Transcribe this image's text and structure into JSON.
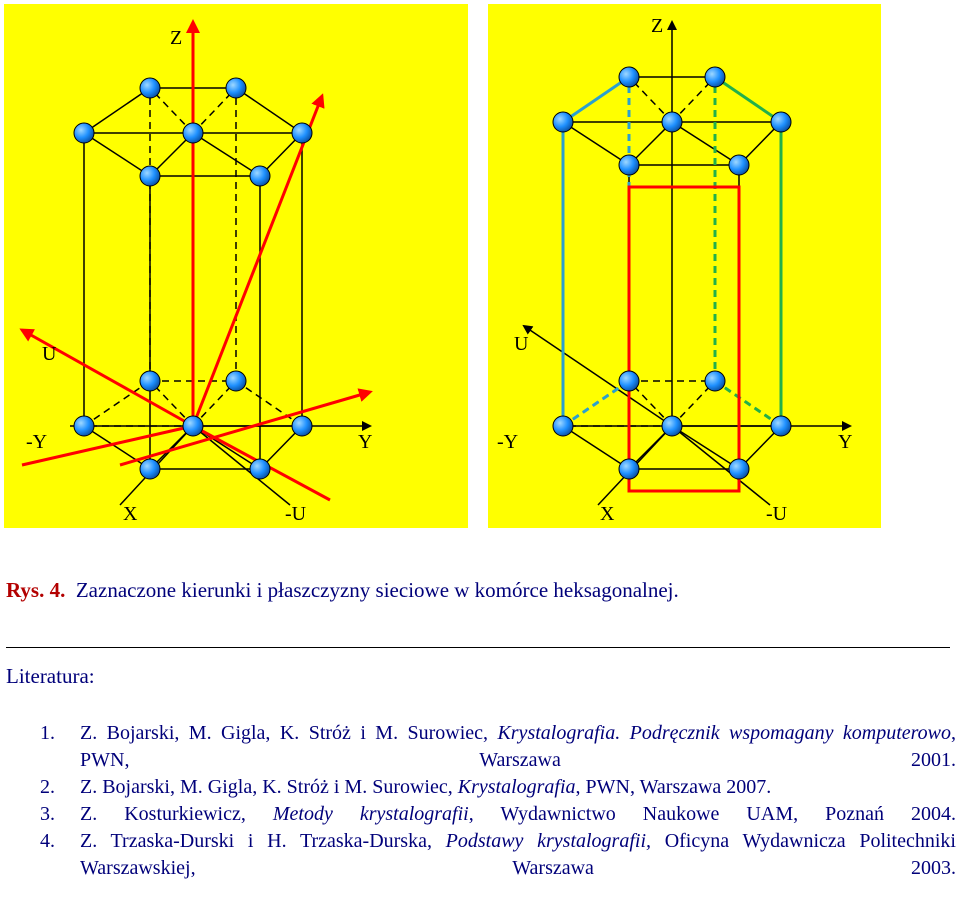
{
  "figure": {
    "left": {
      "axes": {
        "z": "Z",
        "u": "U",
        "neg_y": "-Y",
        "y": "Y",
        "x": "X",
        "neg_u": "-U"
      }
    },
    "right": {
      "axes": {
        "z": "Z",
        "u": "U",
        "neg_y": "-Y",
        "y": "Y",
        "x": "X",
        "neg_u": "-U"
      }
    },
    "colors": {
      "background": "#ffff00",
      "edge": "#000000",
      "atom": "#1e90ff",
      "direction": "#ff0000",
      "plane_blue": "#2aa0d0",
      "plane_green": "#22b04a",
      "plane_red": "#ff0000"
    }
  },
  "caption": {
    "label": "Rys. 4.",
    "text": "Zaznaczone kierunki i płaszczyzny sieciowe w komórce heksagonalnej."
  },
  "literature_heading": "Literatura:",
  "references": [
    {
      "num": "1.",
      "authors": "Z. Bojarski, M. Gigla, K. Stróż i M. Surowiec, ",
      "title": "Krystalografia. Podręcznik wspomagany komputerowo",
      "rest": ", PWN, Warszawa 2001."
    },
    {
      "num": "2.",
      "authors": "Z. Bojarski, M. Gigla, K. Stróż i M. Surowiec, ",
      "title": "Krystalografia",
      "rest": ", PWN, Warszawa 2007."
    },
    {
      "num": "3.",
      "authors": "Z. Kosturkiewicz, ",
      "title": "Metody krystalografii",
      "rest": ", Wydawnictwo Naukowe UAM, Poznań 2004."
    },
    {
      "num": "4.",
      "authors": "Z. Trzaska-Durski i H. Trzaska-Durska, ",
      "title": "Podstawy krystalografii,",
      "rest": " Oficyna Wydawnicza Politechniki Warszawskiej, Warszawa 2003."
    }
  ]
}
